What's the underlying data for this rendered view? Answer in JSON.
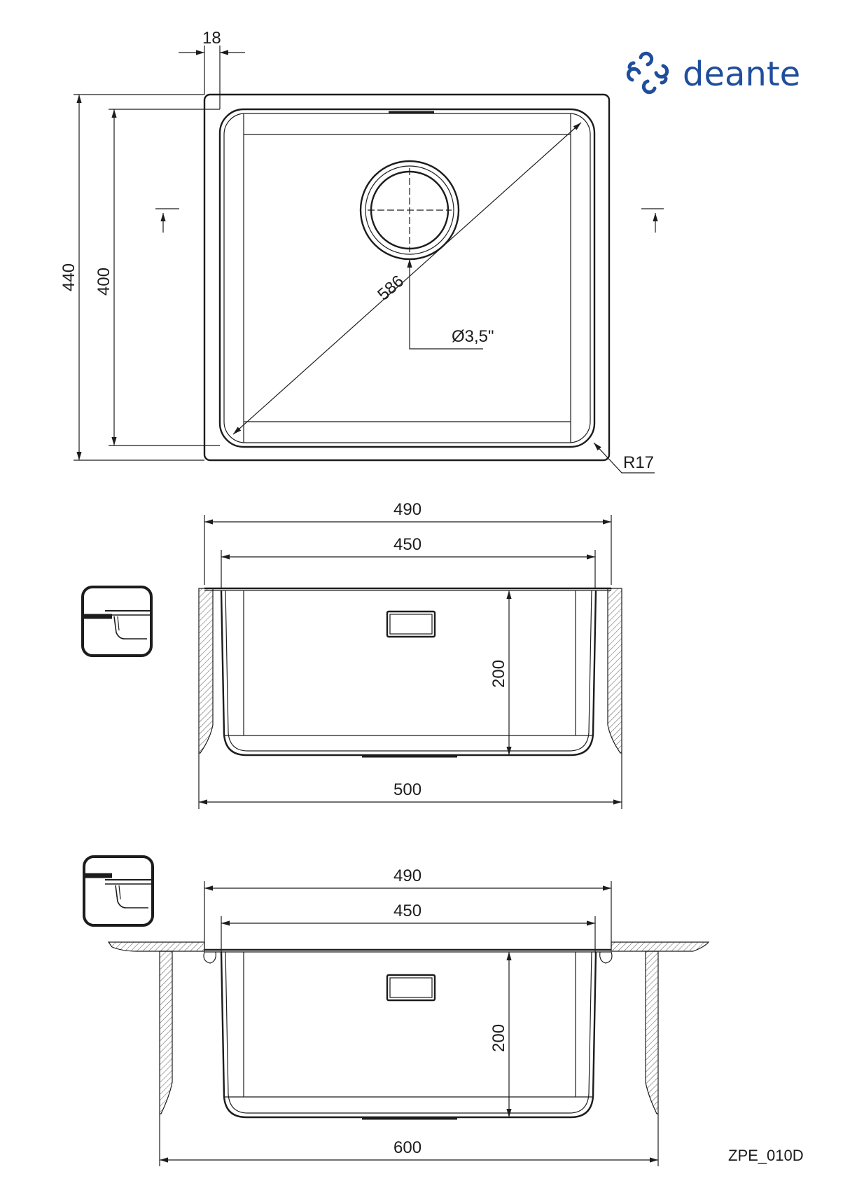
{
  "brand": {
    "name": "deante",
    "color": "#1f4e9c",
    "icon": "deante-logo-icon"
  },
  "drawing_code": "ZPE_010D",
  "top_view": {
    "rim_width": "18",
    "outer_depth": "440",
    "inner_depth": "400",
    "diagonal": "586",
    "drain_diameter": "Ø3,5\"",
    "corner_radius": "R17"
  },
  "undermount_view": {
    "outer_width": "490",
    "inner_width": "450",
    "depth": "200",
    "cabinet_width": "500",
    "icon": "undermount-install-icon"
  },
  "flush_view": {
    "outer_width": "490",
    "inner_width": "450",
    "depth": "200",
    "cabinet_width": "600",
    "icon": "flush-install-icon"
  }
}
